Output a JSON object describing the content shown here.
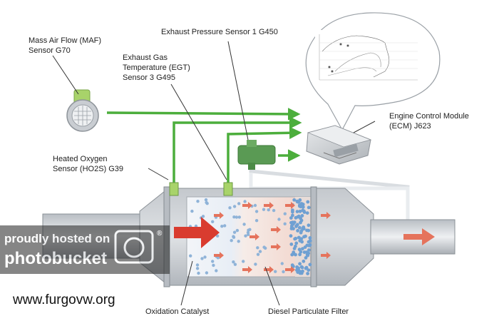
{
  "labels": {
    "maf": [
      "Mass Air Flow (MAF)",
      "Sensor G70"
    ],
    "pressure": [
      "Exhaust Pressure Sensor 1 G450"
    ],
    "egt": [
      "Exhaust Gas",
      "Temperature (EGT)",
      "Sensor 3 G495"
    ],
    "ecm": [
      "Engine Control Module",
      "(ECM) J623"
    ],
    "ho2s": [
      "Heated Oxygen",
      "Sensor (HO2S) G39"
    ],
    "oxidation": "Oxidation Catalyst",
    "dpf": "Diesel Particulate Filter"
  },
  "watermark": {
    "line1": "proudly hosted on",
    "line2": "photobucket",
    "registered": "®"
  },
  "website": "www.furgovw.org",
  "colors": {
    "signal_green": "#4cae3c",
    "catalyst_blue": "#8fb3d8",
    "dpf_pink": "#e9b6a8",
    "arrow_red": "#d93c2f",
    "exhaust_arrow": "#e5735c",
    "housing_grey": "#c9cdd1"
  }
}
